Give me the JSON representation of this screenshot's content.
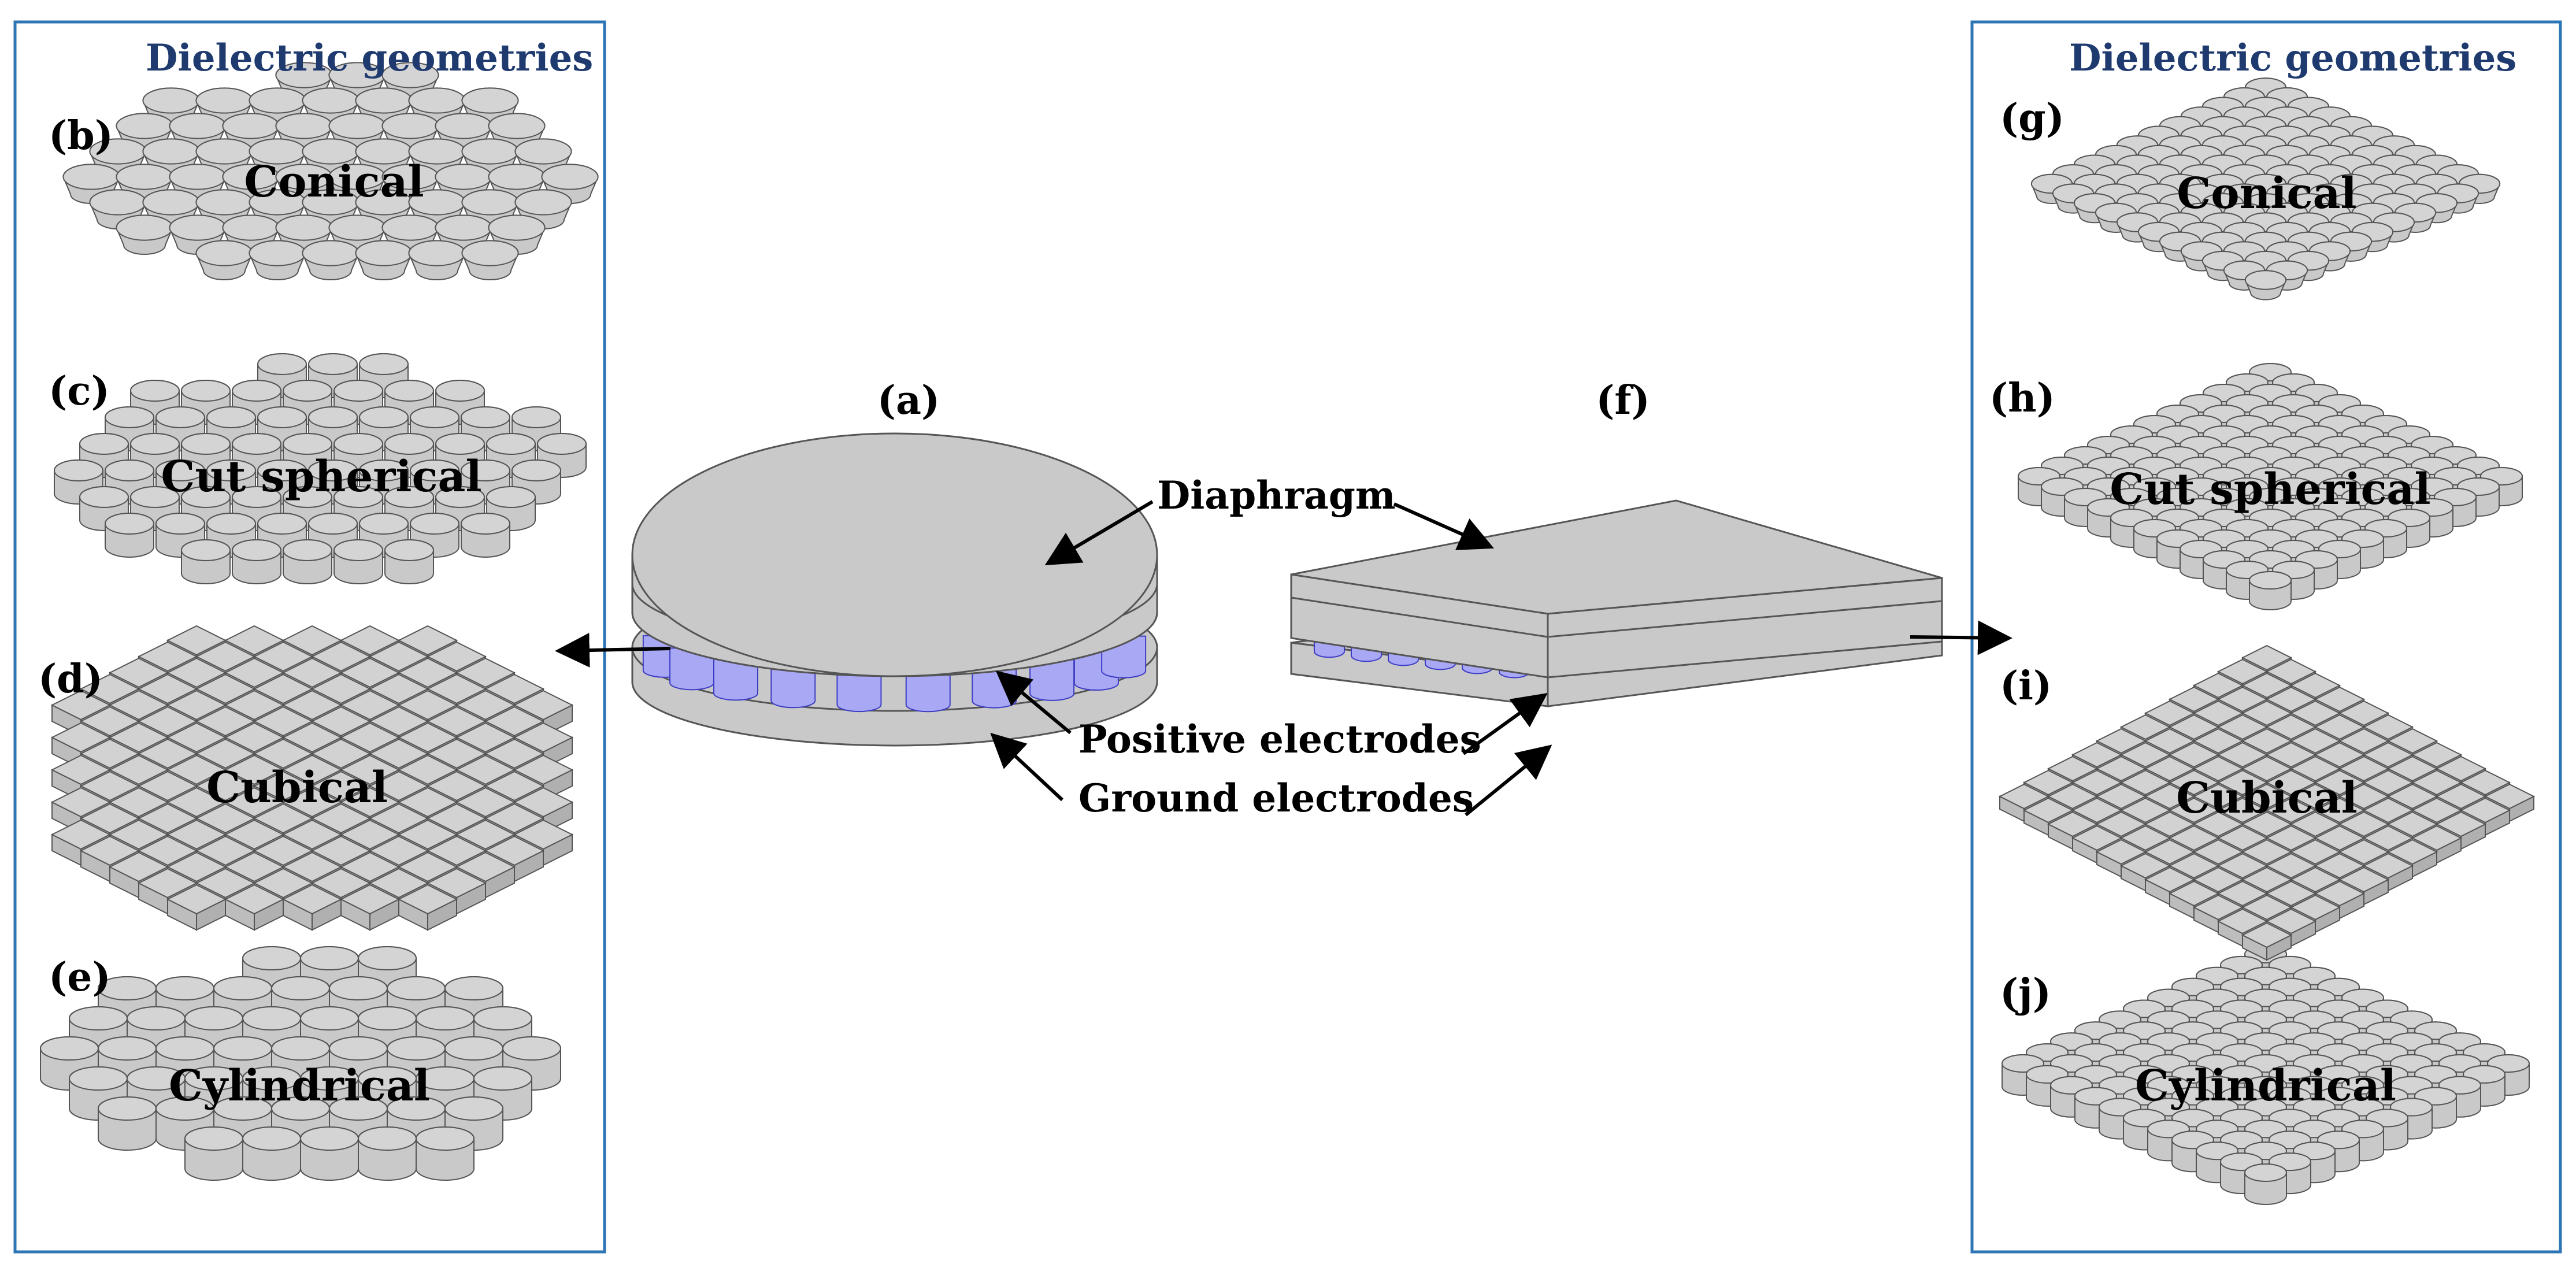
{
  "left_panel": {
    "title": "Dielectric geometries",
    "items": [
      {
        "letter": "(b)",
        "label": "Conical"
      },
      {
        "letter": "(c)",
        "label": "Cut spherical"
      },
      {
        "letter": "(d)",
        "label": "Cubical"
      },
      {
        "letter": "(e)",
        "label": "Cylindrical"
      }
    ]
  },
  "right_panel": {
    "title": "Dielectric geometries",
    "items": [
      {
        "letter": "(g)",
        "label": "Conical"
      },
      {
        "letter": "(h)",
        "label": "Cut spherical"
      },
      {
        "letter": "(i)",
        "label": "Cubical"
      },
      {
        "letter": "(j)",
        "label": "Cylindrical"
      }
    ]
  },
  "center": {
    "circular_label": "(a)",
    "square_label": "(f)",
    "diaphragm": "Diaphragm",
    "positive_electrodes": "Positive electrodes",
    "ground_electrodes": "Ground electrodes"
  },
  "colors": {
    "frame": "#2e75b6",
    "title": "#1f3a6e",
    "solid_fill": "#c9c9c9",
    "solid_edge": "#555555",
    "electrode_fill": "#a8a8f5",
    "electrode_edge": "#3d3dc4"
  }
}
